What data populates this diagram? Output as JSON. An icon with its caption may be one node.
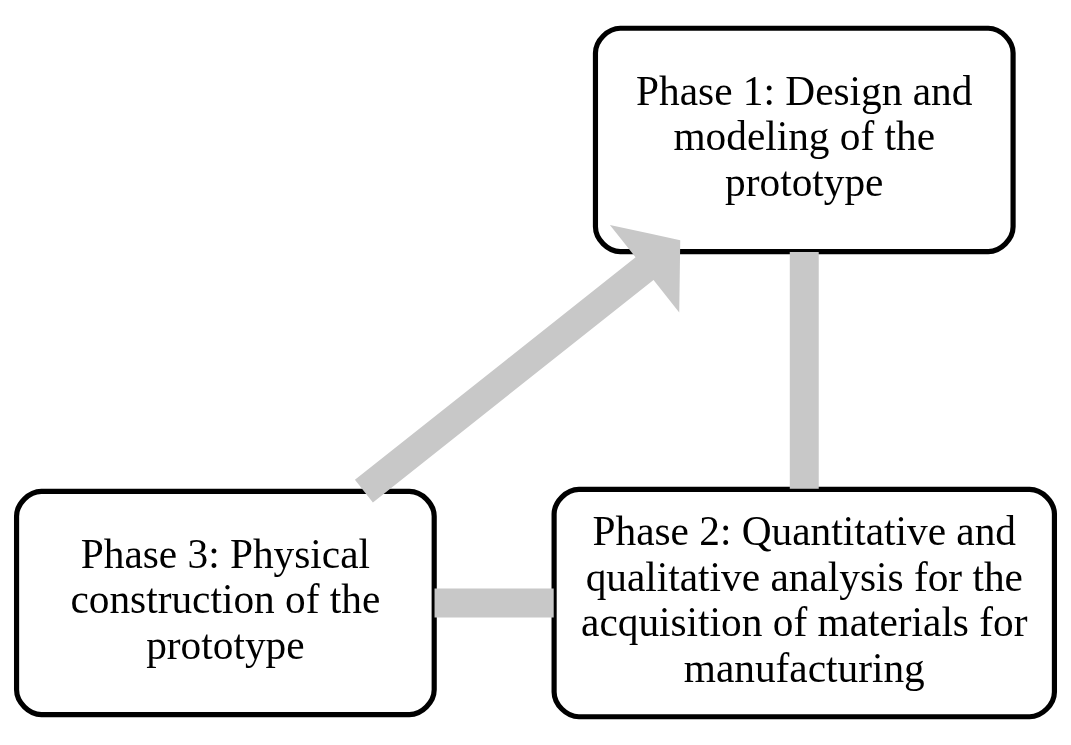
{
  "diagram": {
    "nodes": [
      {
        "text": [
          "Phase 1: Design and modeling of the prototype"
        ]
      },
      {
        "text": [
          "Phase 2: Quantitative and qualitative analysis for the acquisition of materials for manufacturing"
        ]
      },
      {
        "text": [
          "Phase 3: Physical construction of the prototype"
        ]
      }
    ],
    "edges": [
      {
        "from": 0,
        "to": 1,
        "arrow": "none"
      },
      {
        "from": 1,
        "to": 2,
        "arrow": "none"
      },
      {
        "from": 2,
        "to": 0,
        "arrow": "to"
      }
    ]
  }
}
